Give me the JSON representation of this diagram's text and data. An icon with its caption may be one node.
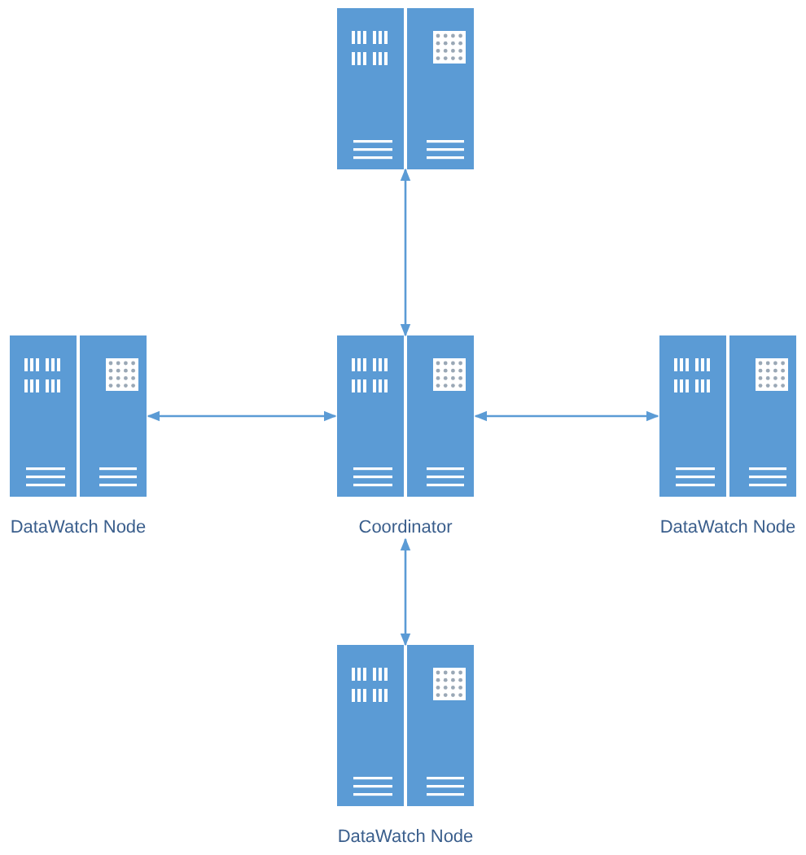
{
  "diagram": {
    "nodes": [
      {
        "text": [],
        "shape": "picture"
      },
      {
        "text": [
          "DataWatch Node"
        ]
      },
      {
        "text": [
          "Coordinator"
        ]
      },
      {
        "text": [
          "DataWatch Node"
        ]
      },
      {
        "text": [
          "DataWatch Node"
        ]
      }
    ],
    "edges": [
      {
        "from": 2,
        "to": 0,
        "arrow": "both"
      },
      {
        "from": 1,
        "to": 2,
        "arrow": "both"
      },
      {
        "from": 2,
        "to": 3,
        "arrow": "both"
      },
      {
        "from": 2,
        "to": 4,
        "arrow": "both"
      }
    ]
  }
}
